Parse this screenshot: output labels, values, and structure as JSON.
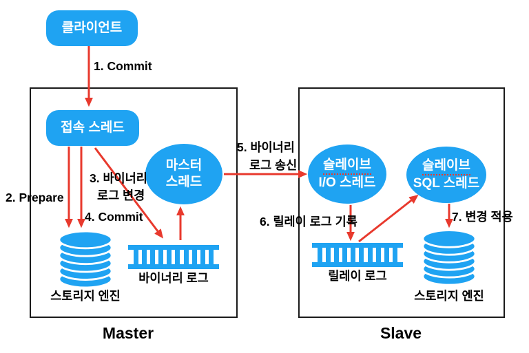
{
  "colors": {
    "accent_blue": "#1fa3f2",
    "arrow_red": "#e8392d",
    "frame_black": "#1a1a1a"
  },
  "client": {
    "label": "클라이언트"
  },
  "master": {
    "section_label": "Master",
    "connection_thread_label": "접속 스레드",
    "master_thread_line1": "마스터",
    "master_thread_line2": "스레드",
    "storage_engine_label": "스토리지 엔진",
    "binary_log_label": "바이너리 로그"
  },
  "slave": {
    "section_label": "Slave",
    "io_thread_line1": "슬레이브",
    "io_thread_line2": "I/O 스레드",
    "sql_thread_line1": "슬레이브",
    "sql_thread_line2": "SQL 스레드",
    "relay_log_label": "릴레이 로그",
    "storage_engine_label": "스토리지 엔진"
  },
  "steps": {
    "s1": "1. Commit",
    "s2": "2. Prepare",
    "s3_line1": "3. 바이너리",
    "s3_line2": "로그 변경",
    "s4": "4. Commit",
    "s5_line1": "5. 바이너리",
    "s5_line2": "로그 송신",
    "s6": "6. 릴레이 로그 기록",
    "s7": "7. 변경 적용"
  }
}
